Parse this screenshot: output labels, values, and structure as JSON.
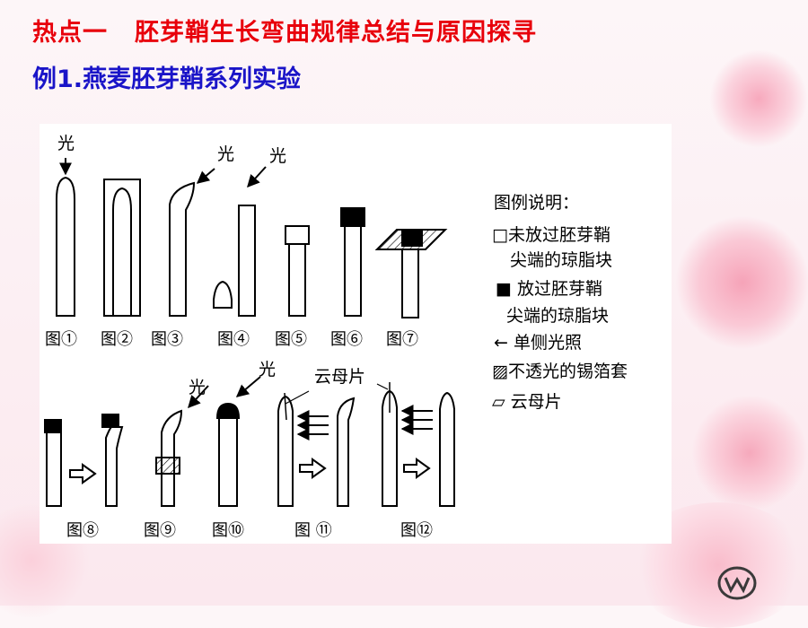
{
  "header": {
    "title_part1": "热点一",
    "title_part2": "胚芽鞘生长弯曲规律总结与原因探寻",
    "subtitle": "例1.燕麦胚芽鞘系列实验"
  },
  "figure": {
    "light": "光",
    "mica": "云母片",
    "captions": [
      "图①",
      "图②",
      "图③",
      "图④",
      "图⑤",
      "图⑥",
      "图⑦",
      "图⑧",
      "图⑨",
      "图⑩",
      "图 ⑪",
      "图⑫"
    ]
  },
  "legend": {
    "title": "图例说明：",
    "item1_line1": "□未放过胚芽鞘",
    "item1_line2": "尖端的琼脂块",
    "item2_line1": "■ 放过胚芽鞘",
    "item2_line2": "尖端的琼脂块",
    "item3": "← 单侧光照",
    "item4": "▨不透光的锡箔套",
    "item5": "▱ 云母片"
  },
  "colors": {
    "title": "#e8000b",
    "subtitle": "#1a14c8"
  }
}
